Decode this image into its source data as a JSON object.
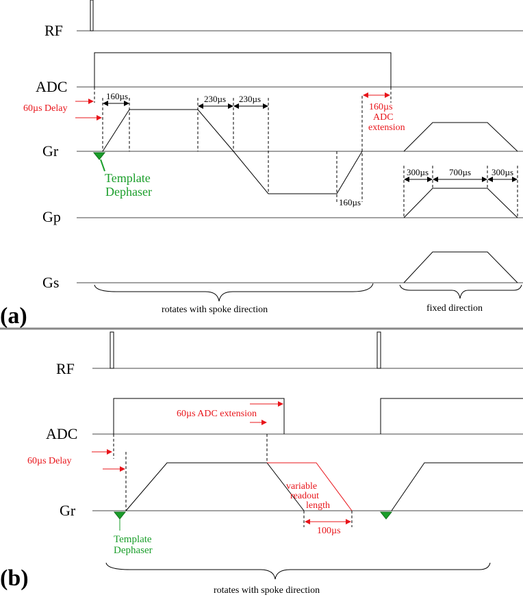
{
  "panel_a": {
    "label": "(a)",
    "rows": {
      "rf": "RF",
      "adc": "ADC",
      "gr": "Gr",
      "gp": "Gp",
      "gs": "Gs"
    },
    "annotations": {
      "delay": "60µs Delay",
      "t160_a": "160µs",
      "t230_a": "230µs",
      "t230_b": "230µs",
      "t160_b": "160µs",
      "adc_ext_1": "160µs",
      "adc_ext_2": "ADC",
      "adc_ext_3": "extension",
      "t300_a": "300µs",
      "t700": "700µs",
      "t300_b": "300µs",
      "dephaser_1": "Template",
      "dephaser_2": "Dephaser",
      "rotates": "rotates with spoke direction",
      "fixed": "fixed direction"
    }
  },
  "panel_b": {
    "label": "(b)",
    "rows": {
      "rf": "RF",
      "adc": "ADC",
      "gr": "Gr"
    },
    "annotations": {
      "adc_ext": "60µs ADC extension",
      "delay": "60µs Delay",
      "variable_1": "variable",
      "variable_2": "readout",
      "variable_3": "length",
      "t100": "100µs",
      "dephaser_1": "Template",
      "dephaser_2": "Dephaser",
      "rotates": "rotates with spoke direction"
    }
  },
  "colors": {
    "annotation": "#e8141a",
    "dephaser": "#1a9e2a",
    "line": "#000000"
  }
}
